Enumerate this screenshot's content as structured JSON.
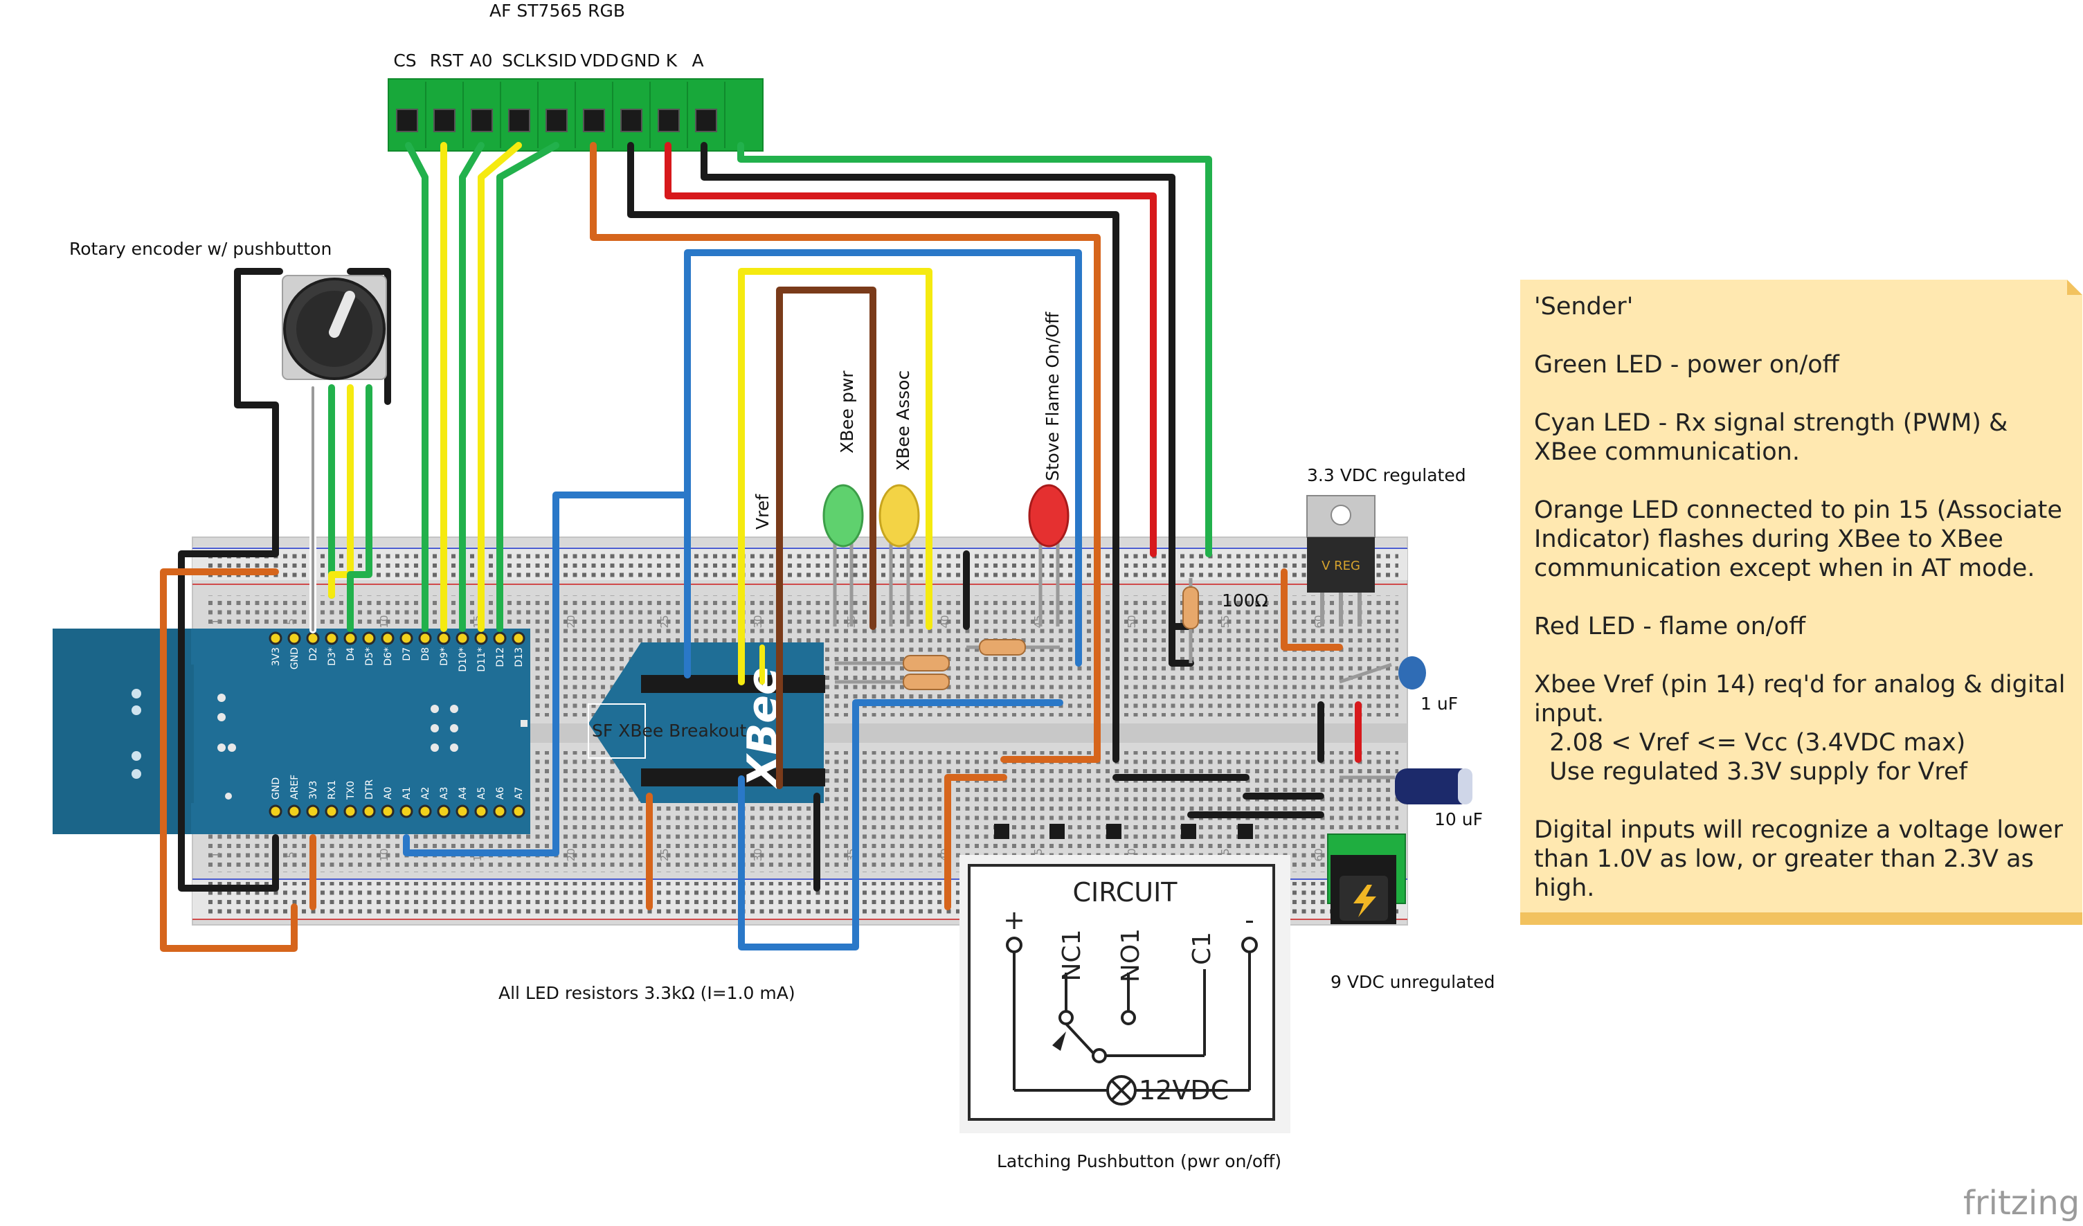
{
  "display": {
    "name": "AF ST7565 RGB",
    "pins": [
      "CS",
      "RST",
      "A0",
      "SCLK",
      "SID",
      "VDD",
      "GND",
      "K",
      "A"
    ]
  },
  "labels": {
    "encoder": "Rotary encoder w/ pushbutton",
    "regulator": "3.3 VDC regulated",
    "vreg_mark": "V REG",
    "resistor_100": "100Ω",
    "cap_1uf": "1 uF",
    "cap_10uf": "10 uF",
    "dc_jack": "9 VDC unregulated",
    "led_resistors": "All LED resistors 3.3kΩ   (I=1.0 mA)",
    "pushbutton": "Latching Pushbutton (pwr on/off)",
    "xbee_breakout": "SF XBee Breakout",
    "xbee_logo": "XBee",
    "led_green": "XBee pwr",
    "led_yellow": "XBee Assoc",
    "led_red": "Stove Flame On/Off",
    "vref": "Vref"
  },
  "arduino": {
    "top_pins": [
      "3V3",
      "GND",
      "D2",
      "D3*",
      "D4",
      "D5*",
      "D6*",
      "D7",
      "D8",
      "D9*",
      "D10*",
      "D11*",
      "D12",
      "D13"
    ],
    "bottom_pins": [
      "GND",
      "AREF",
      "3V3",
      "RX1",
      "TX0",
      "DTR",
      "A0",
      "A1",
      "A2",
      "A3",
      "A4",
      "A5",
      "A6",
      "A7"
    ]
  },
  "breadboard": {
    "col_numbers": [
      "1",
      "5",
      "10",
      "15",
      "20",
      "25",
      "30",
      "35",
      "40",
      "45",
      "50",
      "55",
      "60"
    ]
  },
  "circuit": {
    "title": "CIRCUIT",
    "plus": "+",
    "nc1": "NC1",
    "no1": "NO1",
    "c1": "C1",
    "minus": "-",
    "supply": "12VDC"
  },
  "note": {
    "title": "'Sender'",
    "green": "Green LED - power on/off",
    "cyan": "Cyan LED - Rx signal strength (PWM) & XBee communication.",
    "orange": "Orange LED connected to pin 15 (Associate Indicator) flashes during XBee to XBee communication except when in AT mode.",
    "red": "Red LED - flame on/off",
    "vref_line1": "Xbee Vref (pin 14) req'd for analog & digital input.",
    "vref_line2": "  2.08 < Vref <= Vcc (3.4VDC max)",
    "vref_line3": "  Use regulated 3.3V supply for Vref",
    "digital": "Digital inputs will recognize a voltage lower than 1.0V as low, or greater than 2.3V as high."
  },
  "brand": "fritzing",
  "colors": {
    "wire_green": "#22b14c",
    "wire_yellow": "#f5ea10",
    "wire_red": "#d7191c",
    "wire_black": "#1a1a1a",
    "wire_orange": "#d6651c",
    "wire_blue": "#2a78c8",
    "wire_brown": "#7a3b1a",
    "arduino": "#1f6e96",
    "note_bg": "#ffe8b0"
  }
}
